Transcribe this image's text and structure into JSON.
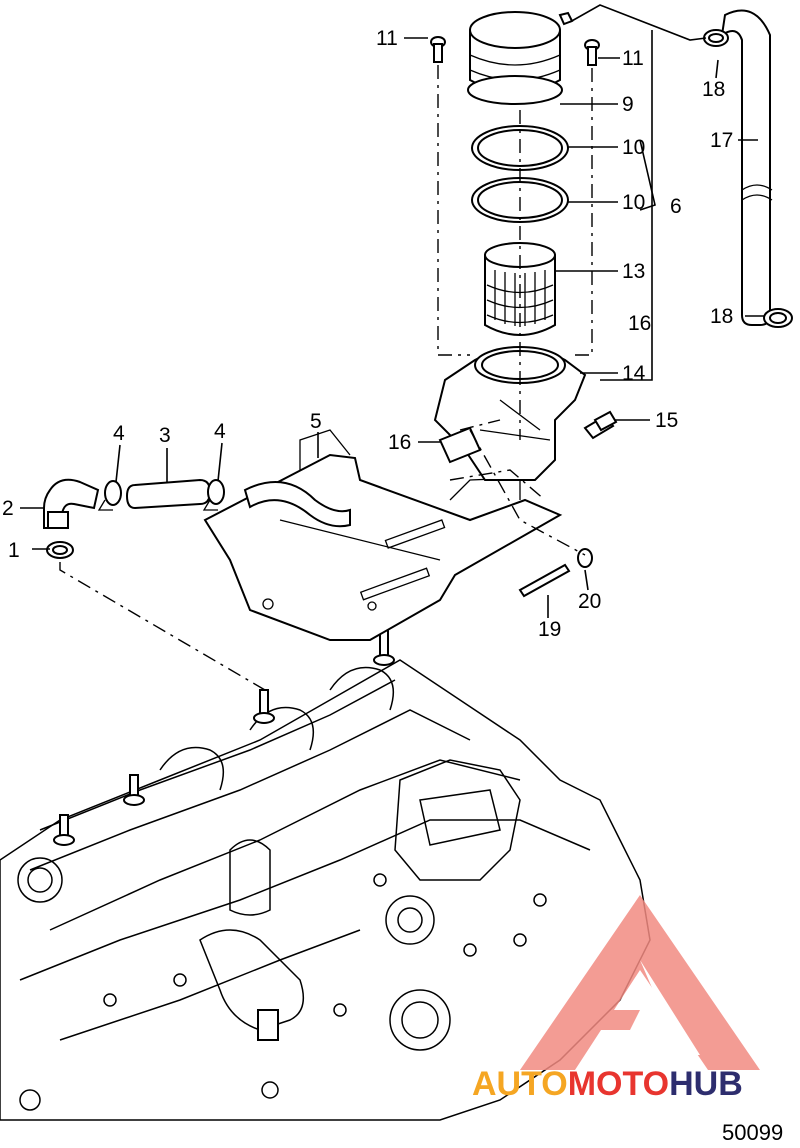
{
  "diagram": {
    "figure_number": "50099",
    "callouts": {
      "c1": "1",
      "c2": "2",
      "c3": "3",
      "c4a": "4",
      "c4b": "4",
      "c5": "5",
      "c6": "6",
      "c9": "9",
      "c10a": "10",
      "c10b": "10",
      "c11a": "11",
      "c11b": "11",
      "c13": "13",
      "c14": "14",
      "c15": "15",
      "c16a": "16",
      "c16b": "16",
      "c17": "17",
      "c18a": "18",
      "c18b": "18",
      "c19": "19",
      "c20": "20"
    }
  },
  "watermark": {
    "part1": "AUTO",
    "part2": "MOTO",
    "part3": "HUB",
    "color_primary": "#e8352f",
    "color_secondary": "#f5a623",
    "color_tertiary": "#2d2d6e"
  }
}
